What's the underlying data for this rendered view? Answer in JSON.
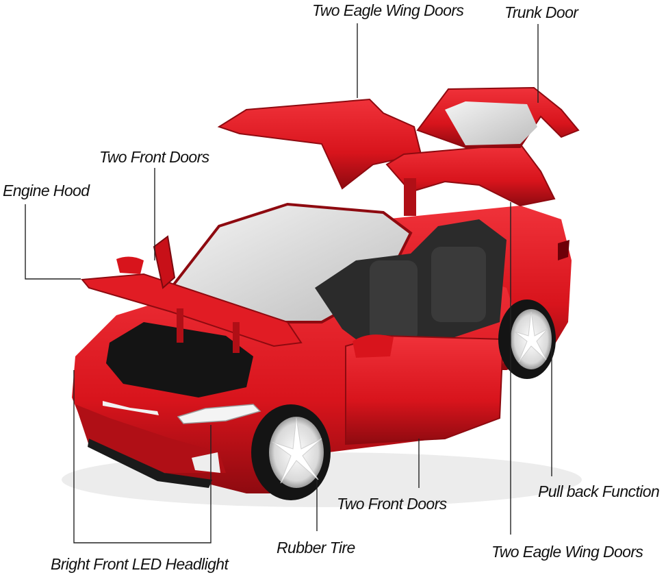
{
  "callouts": {
    "eagle_wing_doors_top": "Two Eagle Wing Doors",
    "trunk_door": "Trunk Door",
    "front_doors_top": "Two Front Doors",
    "engine_hood": "Engine Hood",
    "pull_back_function": "Pull back Function",
    "front_doors_bottom": "Two Front Doors",
    "rubber_tire": "Rubber Tire",
    "led_headlight": "Bright Front LED Headlight",
    "eagle_wing_doors_bottom": "Two Eagle Wing Doors"
  },
  "colors": {
    "car_body": "#d8141c",
    "car_shadow": "#8e0a10",
    "leader_line": "#222222",
    "background": "#ffffff"
  }
}
